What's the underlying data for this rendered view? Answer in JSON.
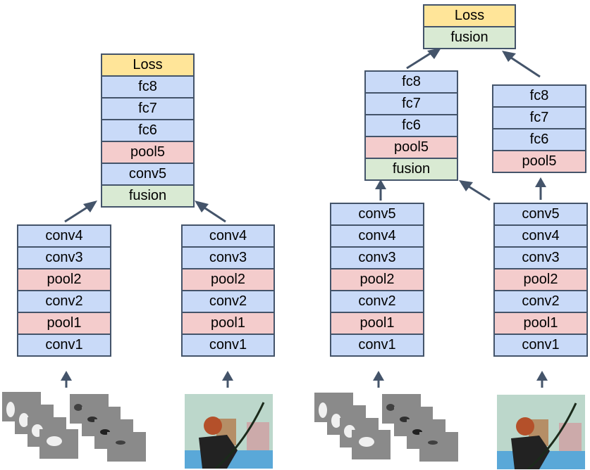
{
  "colors": {
    "conv": "#c9daf8",
    "fc": "#c9daf8",
    "pool": "#f4cccc",
    "fusion": "#d9ead3",
    "loss": "#ffe599",
    "arrow": "#44546a"
  },
  "left_diagram": {
    "top_stack": [
      "Loss",
      "fc8",
      "fc7",
      "fc6",
      "pool5",
      "conv5",
      "fusion"
    ],
    "flow_stream": [
      "conv4",
      "conv3",
      "pool2",
      "conv2",
      "pool1",
      "conv1"
    ],
    "rgb_stream": [
      "conv4",
      "conv3",
      "pool2",
      "conv2",
      "pool1",
      "conv1"
    ],
    "flow_input": "optical-flow-frames",
    "rgb_input": "archery-rgb-frame"
  },
  "right_diagram": {
    "top_stack": [
      "Loss",
      "fusion"
    ],
    "fusion_tower": [
      "fc8",
      "fc7",
      "fc6",
      "pool5",
      "fusion"
    ],
    "rgb_tower": [
      "fc8",
      "fc7",
      "fc6",
      "pool5"
    ],
    "flow_stream": [
      "conv5",
      "conv4",
      "conv3",
      "pool2",
      "conv2",
      "pool1",
      "conv1"
    ],
    "rgb_stream": [
      "conv5",
      "conv4",
      "conv3",
      "pool2",
      "conv2",
      "pool1",
      "conv1"
    ],
    "flow_input": "optical-flow-frames",
    "rgb_input": "archery-rgb-frame"
  }
}
